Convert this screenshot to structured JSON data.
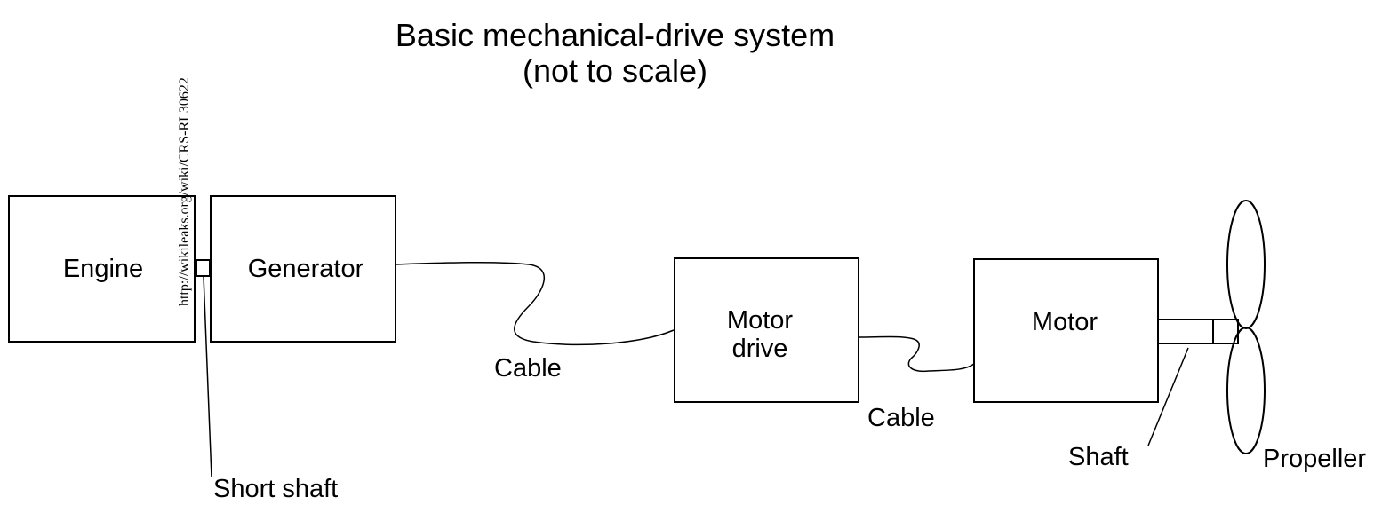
{
  "title": {
    "line1": "Basic mechanical-drive system",
    "line2": "(not to scale)"
  },
  "watermark": "http://wikileaks.org/wiki/CRS-RL30622",
  "components": {
    "engine": "Engine",
    "generator": "Generator",
    "motor_drive_line1": "Motor",
    "motor_drive_line2": "drive",
    "motor": "Motor"
  },
  "labels": {
    "short_shaft": "Short shaft",
    "cable_1": "Cable",
    "cable_2": "Cable",
    "shaft": "Shaft",
    "propeller": "Propeller"
  },
  "colors": {
    "stroke": "#000000",
    "background": "#ffffff"
  }
}
